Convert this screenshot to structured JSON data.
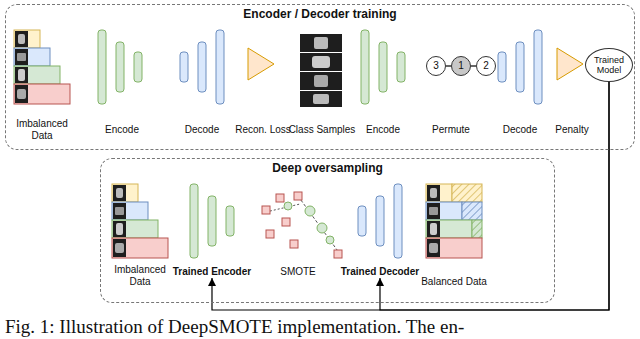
{
  "diagram": {
    "caption": "Fig. 1: Illustration of DeepSMOTE implementation. The en-",
    "nodes": [
      {
        "text": [
          "Encoder / Decoder training"
        ]
      },
      {
        "text": [
          "Imbalanced Data"
        ],
        "in": 0
      },
      {
        "text": [
          "Encode"
        ],
        "in": 0
      },
      {
        "text": [
          "Decode"
        ],
        "in": 0
      },
      {
        "text": [
          "Recon. Loss"
        ],
        "in": 0
      },
      {
        "text": [
          "Class Samples"
        ],
        "in": 0
      },
      {
        "text": [
          "Encode"
        ],
        "in": 0
      },
      {
        "text": [
          "Permute"
        ],
        "in": 0
      },
      {
        "text": [
          "3"
        ],
        "in": 7
      },
      {
        "text": [
          "1"
        ],
        "in": 7
      },
      {
        "text": [
          "2"
        ],
        "in": 7
      },
      {
        "text": [
          "Decode"
        ],
        "in": 0
      },
      {
        "text": [
          "Penalty"
        ],
        "in": 0
      },
      {
        "text": [
          "Trained Model"
        ],
        "in": 0
      },
      {
        "text": [
          "Deep oversampling"
        ]
      },
      {
        "text": [
          "Imbalanced Data"
        ],
        "in": 14
      },
      {
        "text": [
          "Trained Encoder"
        ],
        "in": 14
      },
      {
        "text": [
          "SMOTE"
        ],
        "in": 14
      },
      {
        "text": [
          "Trained Decoder"
        ],
        "in": 14
      },
      {
        "text": [
          "Balanced Data"
        ],
        "in": 14
      }
    ],
    "edges": [
      {
        "from": 13,
        "to": 16,
        "arrow": "to"
      },
      {
        "from": 13,
        "to": 18,
        "arrow": "to"
      },
      {
        "from": 8,
        "to": 9,
        "arrow": "none"
      },
      {
        "from": 9,
        "to": 10,
        "arrow": "none"
      }
    ]
  }
}
